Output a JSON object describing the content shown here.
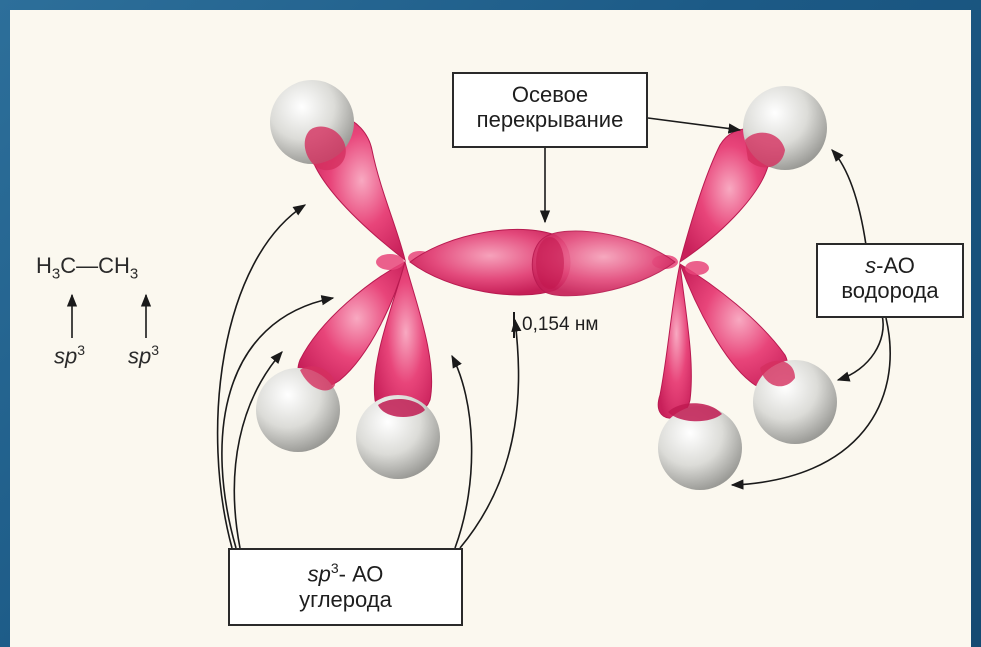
{
  "formula": {
    "left_group": "H",
    "left_sub": "3",
    "left_atom": "C",
    "bond": "—",
    "right_atom": "CH",
    "right_sub": "3",
    "left_hybrid": "sp",
    "left_hybrid_sup": "3",
    "right_hybrid": "sp",
    "right_hybrid_sup": "3"
  },
  "labels": {
    "axial_overlap_line1": "Осевое",
    "axial_overlap_line2": "перекрывание",
    "s_ao_prefix": "s",
    "s_ao_suffix": "-АО",
    "s_ao_line2": "водорода",
    "sp3_prefix": "sp",
    "sp3_sup": "3",
    "sp3_suffix": "- АО",
    "sp3_line2": "углерода",
    "bond_length": "0,154 нм"
  },
  "colors": {
    "orbital_fill": "#e0336b",
    "orbital_light": "#f37ca0",
    "sphere_fill": "#d8d8d4",
    "background": "#1c5a86",
    "paper": "#fbf8ef"
  }
}
